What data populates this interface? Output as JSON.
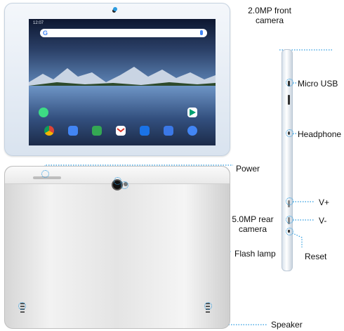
{
  "labels": {
    "front_camera_line1": "2.0MP front",
    "front_camera_line2": "camera",
    "micro_usb": "Micro USB",
    "headphone": "Headphone",
    "power": "Power",
    "volume_up": "V+",
    "volume_down": "V-",
    "reset": "Reset",
    "rear_camera_line1": "5.0MP rear",
    "rear_camera_line2": "camera",
    "flash_lamp": "Flash lamp",
    "speaker": "Speaker"
  },
  "colors": {
    "callout": "#2a9be0",
    "tablet_front": "#e6edf5",
    "tablet_back": "#e8e8e8"
  },
  "screen_apps": [
    "chrome-icon",
    "files-icon",
    "photos-icon",
    "gmail-icon",
    "duo-icon",
    "contacts-icon",
    "camera-icon"
  ],
  "screen_status_time": "12:07"
}
